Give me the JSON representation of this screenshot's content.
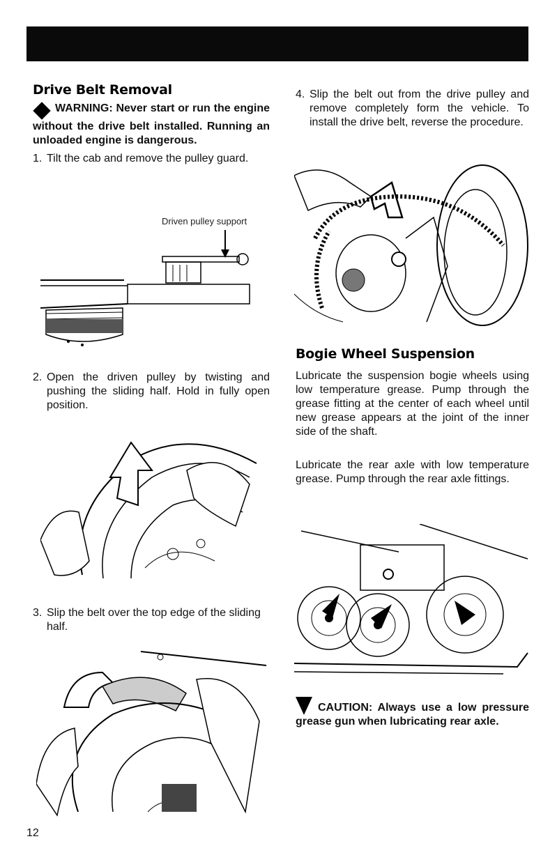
{
  "left": {
    "heading": "Drive Belt Removal",
    "warning_lead": "WARNING: Never start or run",
    "warning_rest": "the engine without the drive belt installed. Running an unloaded engine is dangerous.",
    "step1_num": "1.",
    "step1_text": "Tilt the cab and remove the pulley guard.",
    "fig1_caption": "Driven pulley support",
    "step2_num": "2.",
    "step2_text": "Open the driven pulley by twisting and pushing the sliding half. Hold in fully open position.",
    "step3_num": "3.",
    "step3_text": "Slip the belt over the top edge of the sliding half."
  },
  "right": {
    "step4_num": "4.",
    "step4_text": "Slip the belt out from the drive pulley and remove completely form the vehicle. To install the drive belt, reverse the procedure.",
    "heading": "Bogie Wheel Suspension",
    "para1": "Lubricate the suspension bogie wheels using low temperature grease. Pump through the grease fitting at the center of each wheel until new grease appears at the joint of the inner side of the shaft.",
    "para2": "Lubricate the rear axle with low temperature grease. Pump through the rear axle fittings.",
    "caution_lead": "CAUTION: Always use a low",
    "caution_rest": "pressure grease gun when lubricating rear axle."
  },
  "page_number": "12"
}
